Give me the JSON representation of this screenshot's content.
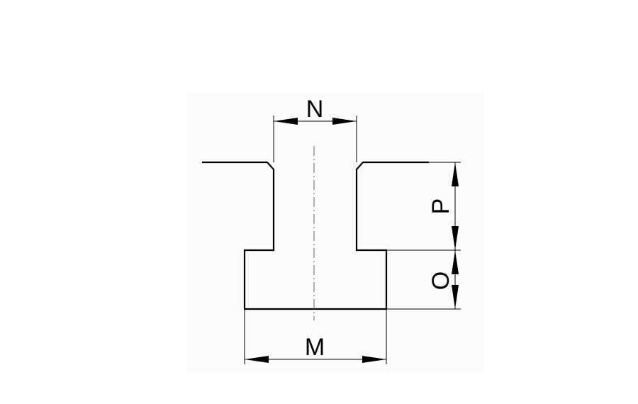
{
  "diagram": {
    "dimensions": {
      "n": "N",
      "m": "M",
      "p": "P",
      "o": "O"
    }
  }
}
